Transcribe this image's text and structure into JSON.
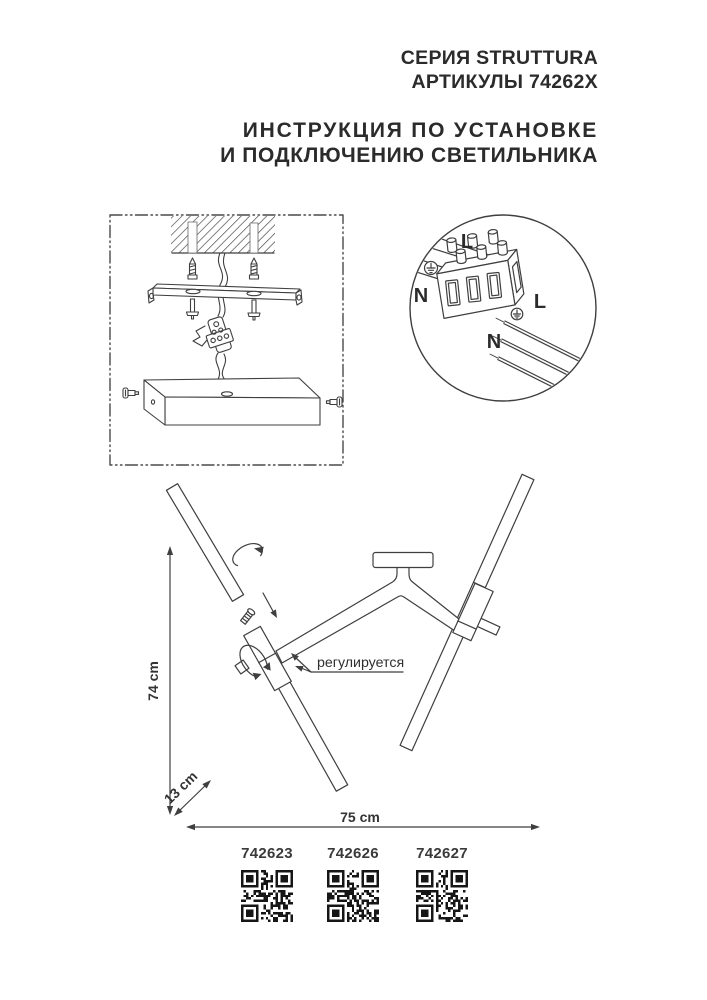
{
  "header": {
    "series_title": "СЕРИЯ STRUTTURA",
    "series_articles": "АРТИКУЛЫ 74262X",
    "instruction_line1": "ИНСТРУКЦИЯ ПО УСТАНОВКЕ",
    "instruction_line2": "И ПОДКЛЮЧЕНИЮ СВЕТИЛЬНИКА"
  },
  "wiring_detail": {
    "supply": {
      "live": "L",
      "neutral": "N"
    },
    "fixture": {
      "live": "L",
      "neutral": "N"
    }
  },
  "dimensions": {
    "height": "74 cm",
    "depth": "13 cm",
    "width": "75 cm"
  },
  "fixture_drawing": {
    "adjustable_label": "регулируется"
  },
  "articles": [
    {
      "number": "742623"
    },
    {
      "number": "742626"
    },
    {
      "number": "742627"
    }
  ],
  "colors": {
    "line": "#3f3f3f",
    "text": "#2b2b2b",
    "qr_dark": "#161616",
    "background": "#ffffff"
  }
}
